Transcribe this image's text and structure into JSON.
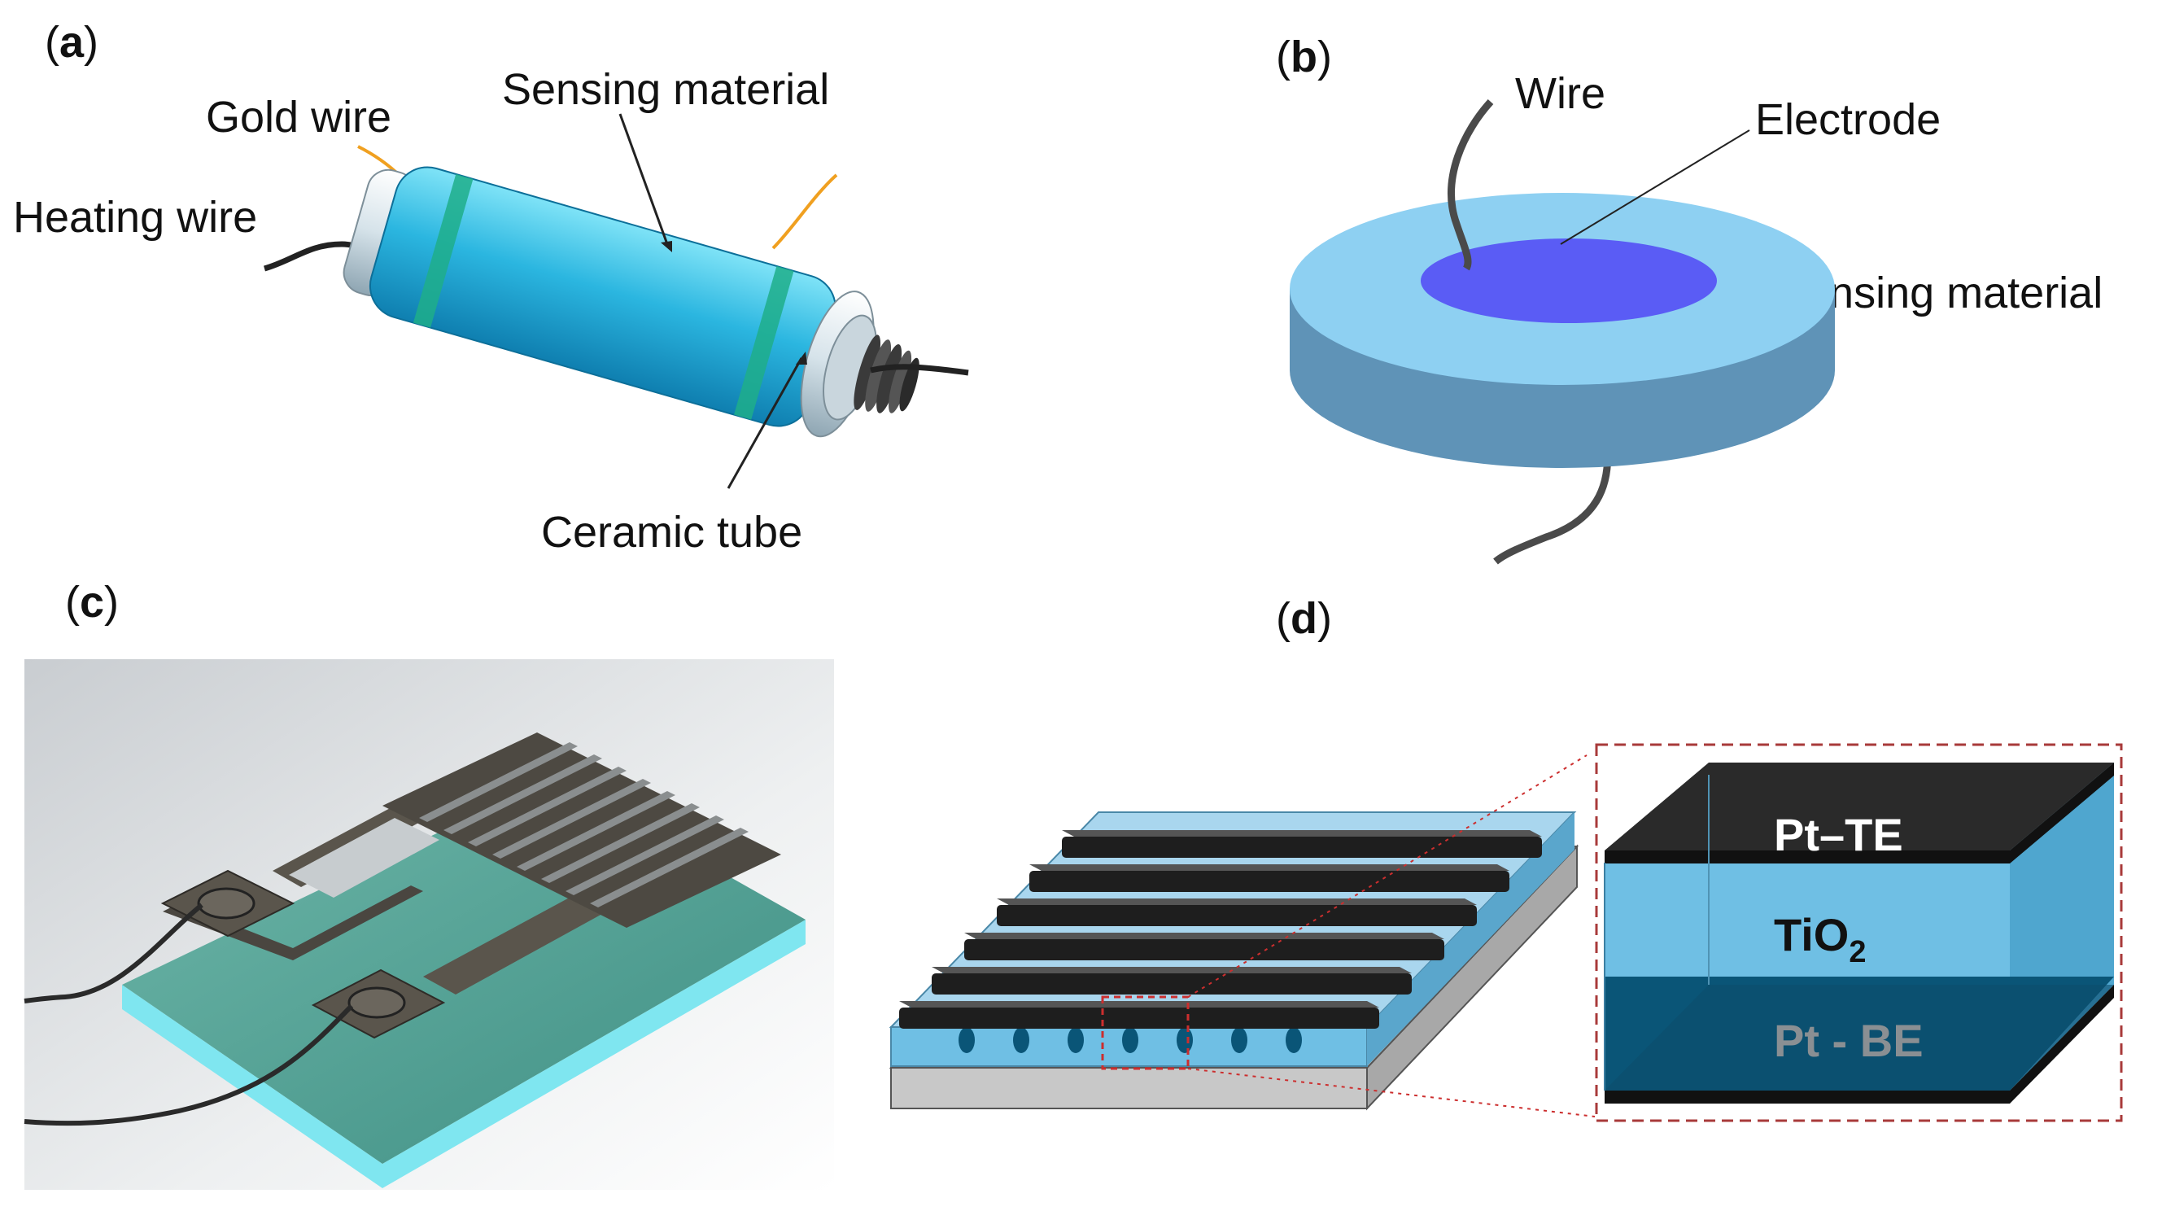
{
  "panels": {
    "a": {
      "label_open": "(",
      "label_letter": "a",
      "label_close": ")",
      "gold_wire": "Gold wire",
      "sensing_material": "Sensing material",
      "heating_wire": "Heating wire",
      "ceramic_tube": "Ceramic tube"
    },
    "b": {
      "label_open": "(",
      "label_letter": "b",
      "label_close": ")",
      "wire": "Wire",
      "electrode": "Electrode",
      "sensing_material": "Sensing material"
    },
    "c": {
      "label_open": "(",
      "label_letter": "c",
      "label_close": ")"
    },
    "d": {
      "label_open": "(",
      "label_letter": "d",
      "label_close": ")",
      "top_electrode": "Pt–TE",
      "oxide_main": "TiO",
      "oxide_sub": "2",
      "bottom_electrode": "Pt - BE"
    }
  },
  "colors": {
    "tube_body": "#2bb6e0",
    "tube_band": "#1fae8a",
    "disc_side": "#5f93b7",
    "disc_top": "#8ed0f2",
    "electrode": "#5a5cf5",
    "substrate_green": "#57a89c",
    "substrate_cyan": "#7fe6f0",
    "dark_electrode": "#333333",
    "layer_blue": "#6fbfe4",
    "layer_dark": "#0a5577"
  }
}
